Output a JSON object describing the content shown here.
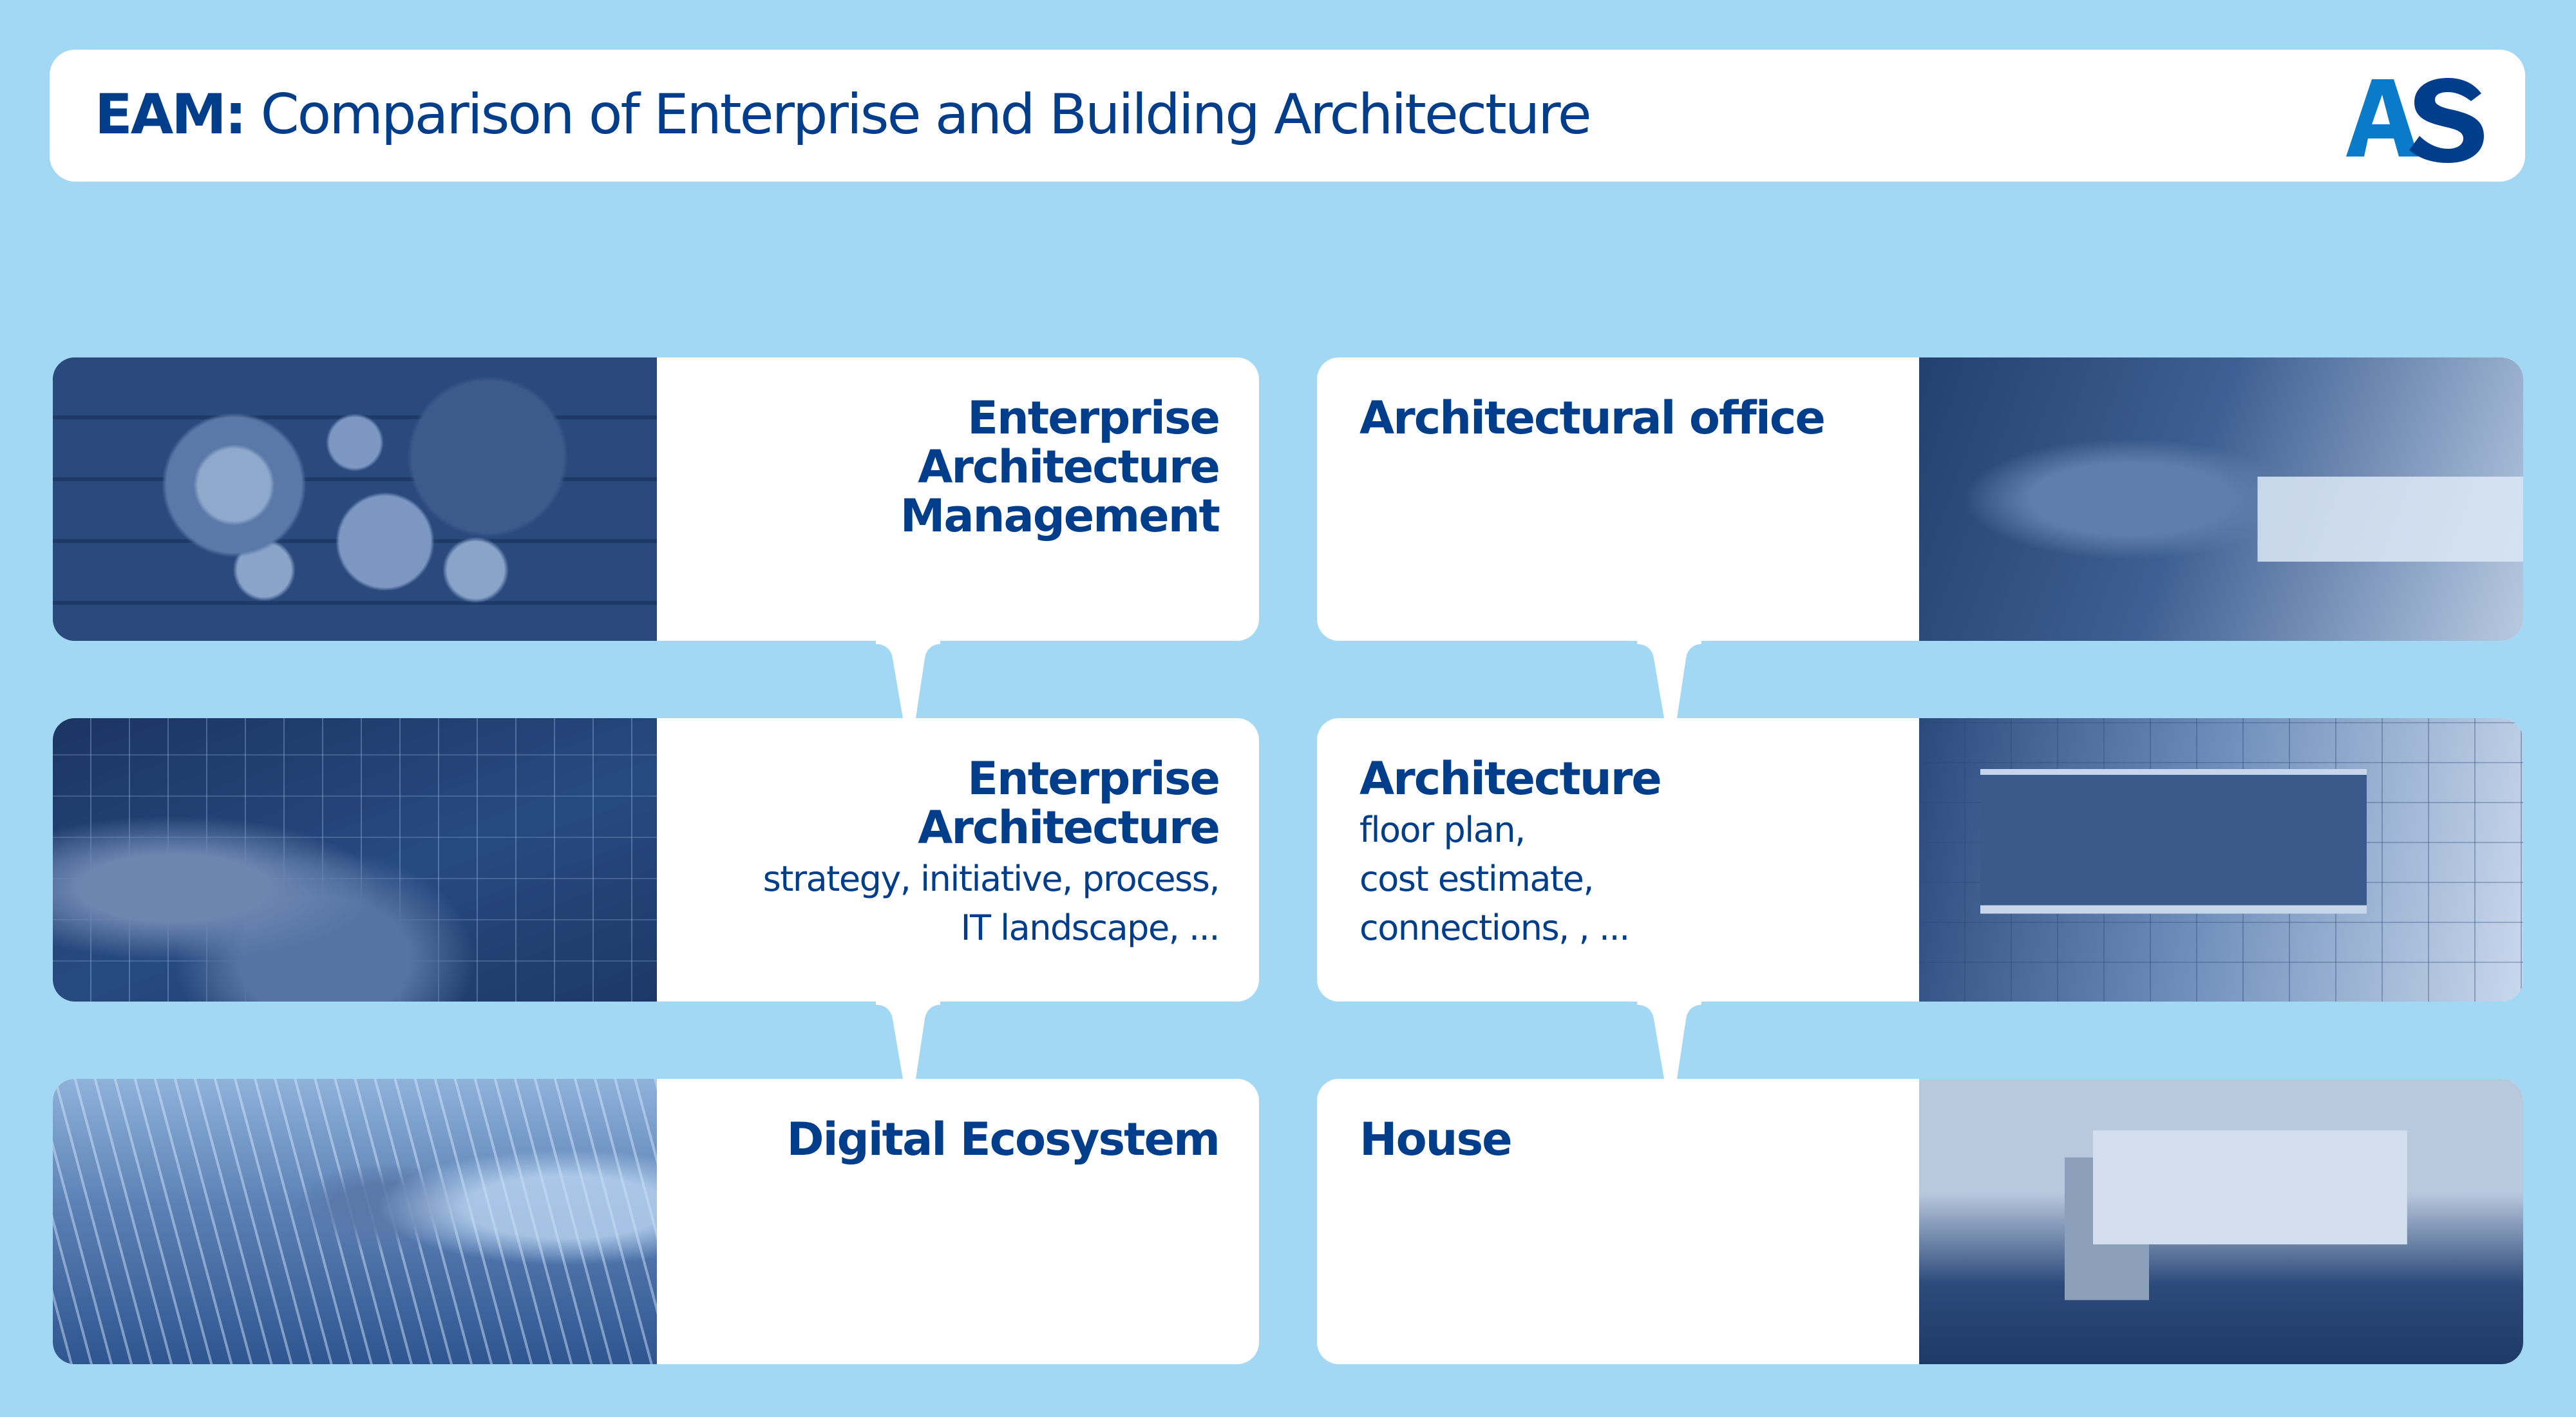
{
  "header": {
    "title_bold": "EAM:",
    "title_rest": " Comparison of Enterprise and Building Architecture",
    "logo": {
      "letters": [
        "A",
        "S"
      ],
      "colors": [
        "#0a7bc9",
        "#003d8a"
      ]
    }
  },
  "colors": {
    "background": "#a3d8f5",
    "card": "#ffffff",
    "text": "#003d8a"
  },
  "left_column": {
    "cards": [
      {
        "title": "Enterprise\nArchitecture\nManagement",
        "subtitle": "",
        "image": "gears-teamwork-photo"
      },
      {
        "title": "Enterprise\nArchitecture",
        "subtitle": "strategy, initiative, process,\nIT landscape, ...",
        "image": "laptop-digital-network-photo"
      },
      {
        "title": "Digital Ecosystem",
        "subtitle": "",
        "image": "digital-factory-twin-photo"
      }
    ]
  },
  "right_column": {
    "cards": [
      {
        "title": "Architectural office",
        "subtitle": "",
        "image": "architect-model-house-photo"
      },
      {
        "title": "Architecture",
        "subtitle": "floor plan,\ncost estimate,\nconnections, , ...",
        "image": "blueprint-room-model-photo"
      },
      {
        "title": "House",
        "subtitle": "",
        "image": "modern-house-photo"
      }
    ]
  }
}
